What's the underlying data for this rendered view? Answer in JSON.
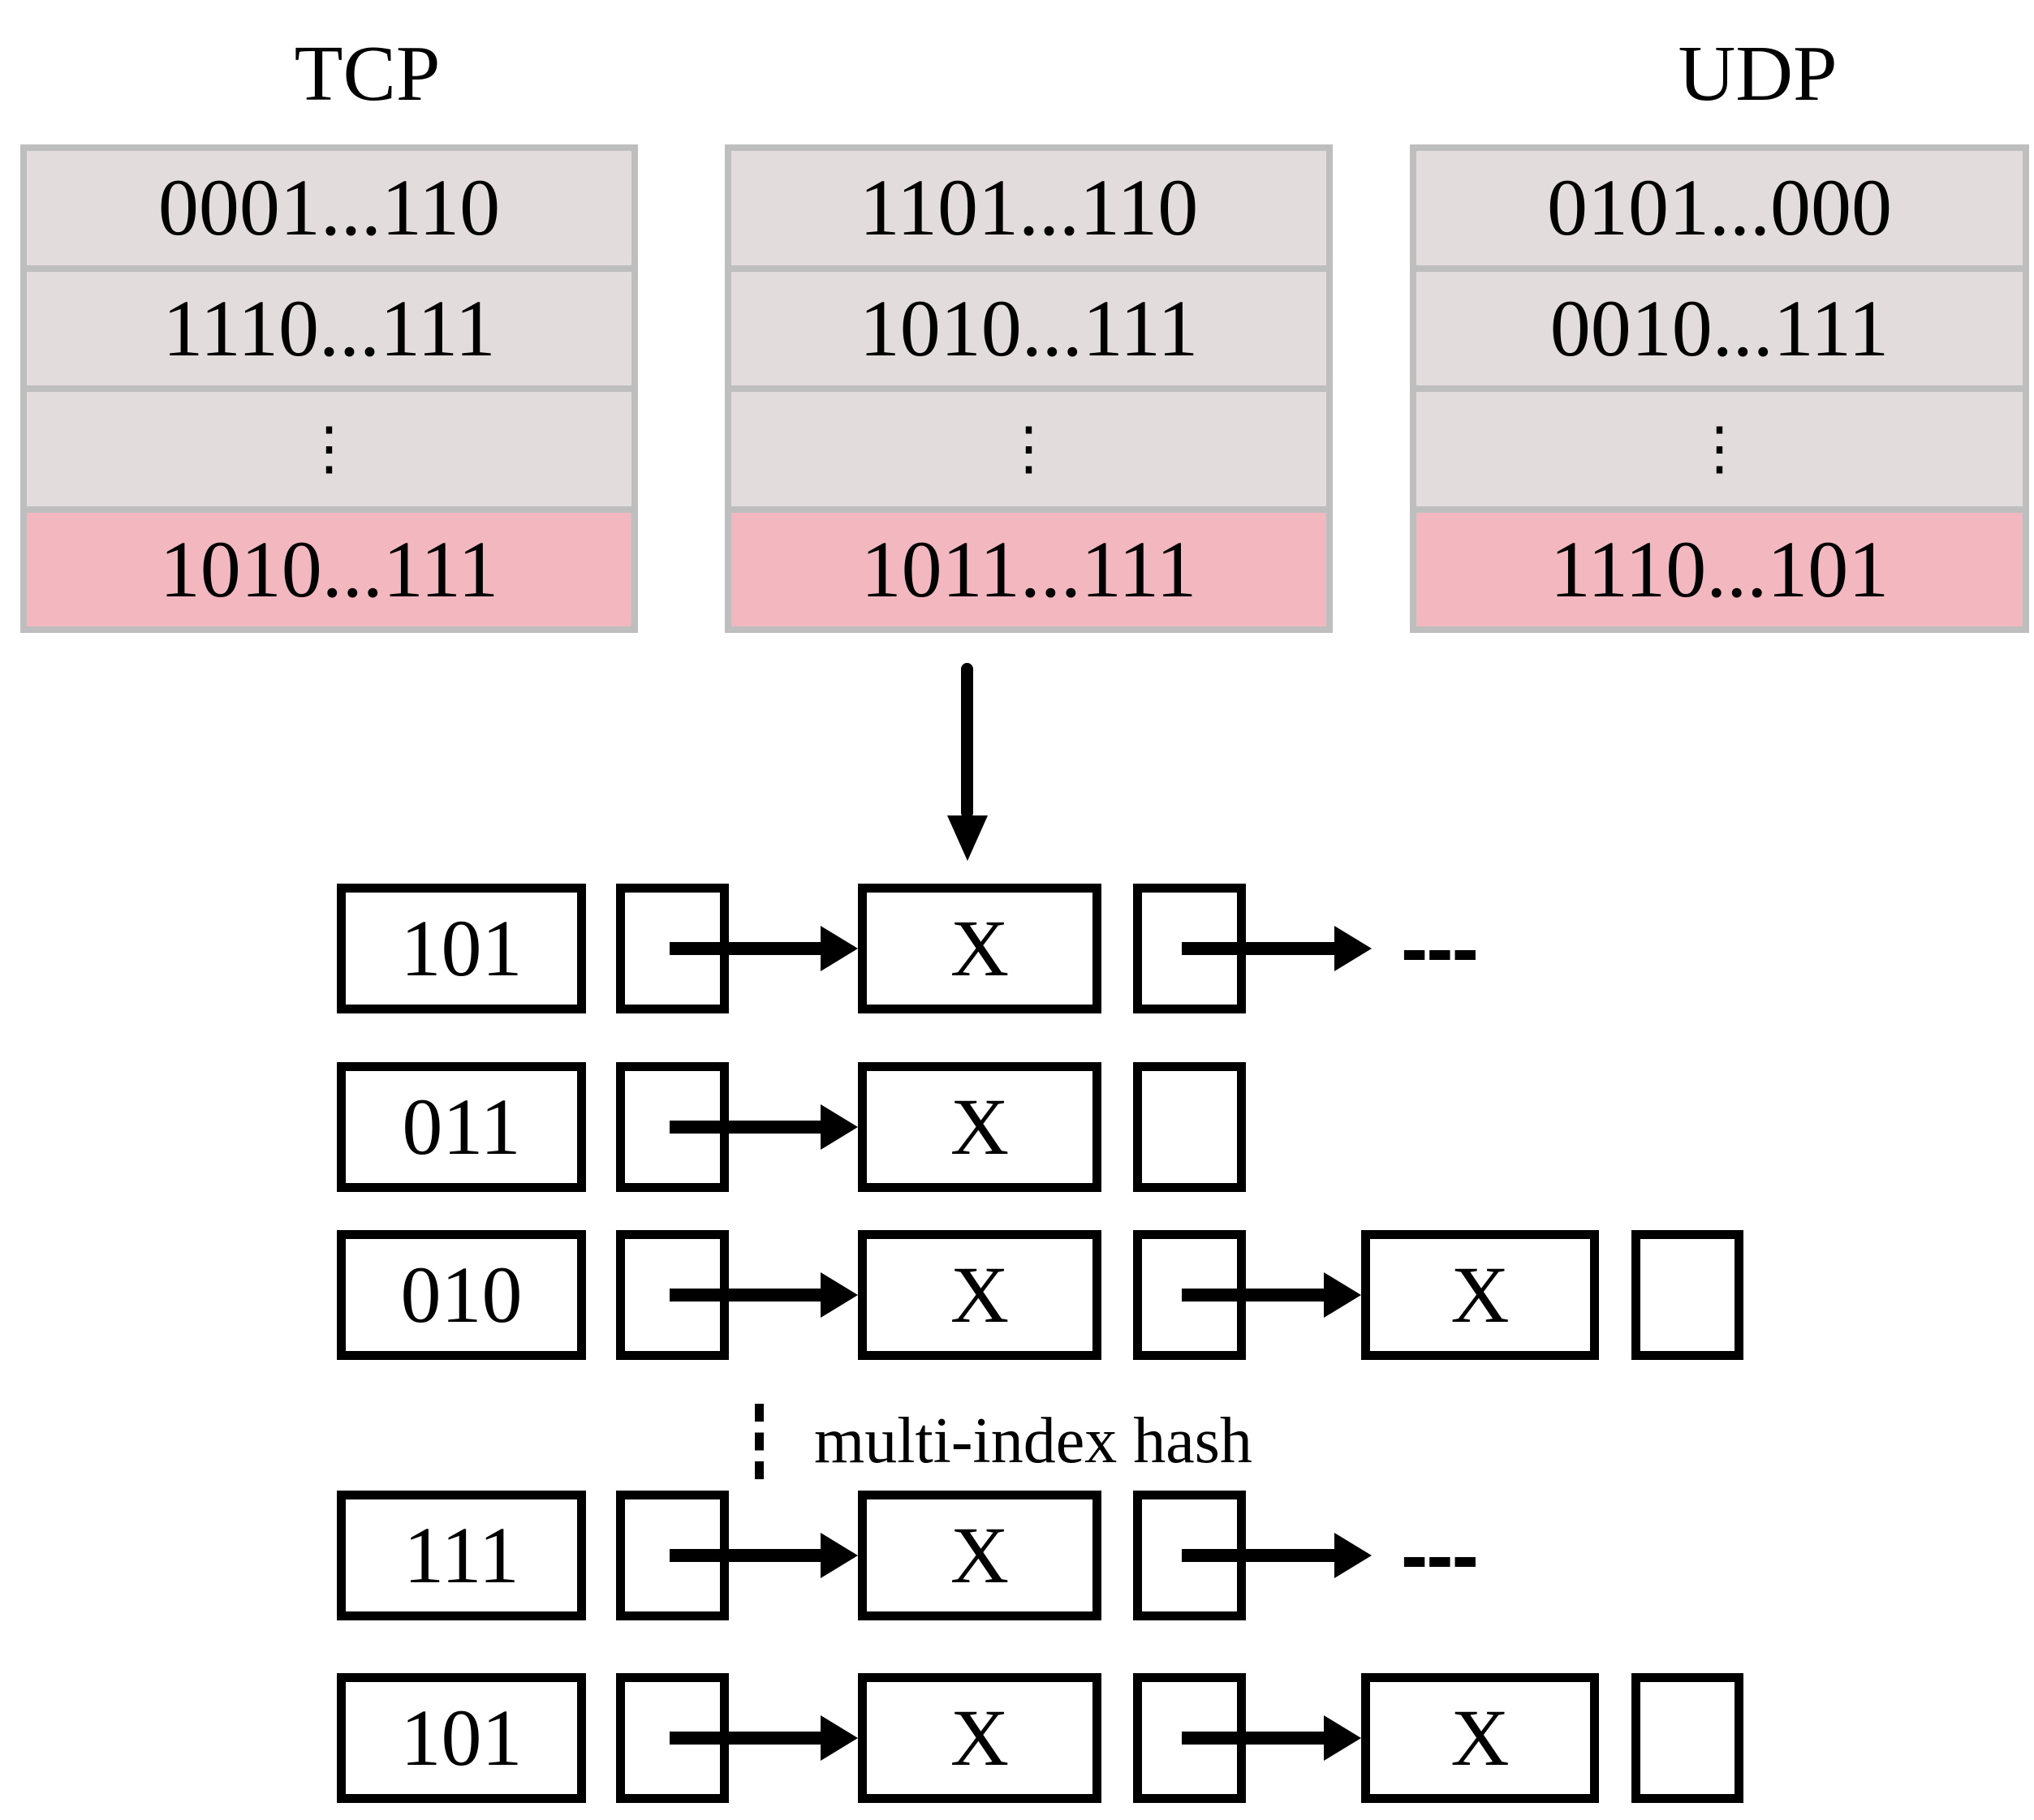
{
  "tables": [
    {
      "id": "tcp",
      "title": "TCP",
      "rows": [
        "0001...110",
        "1110...111",
        "⋮",
        "1010...111"
      ]
    },
    {
      "id": "middle",
      "rows": [
        "1101...110",
        "1010...111",
        "⋮",
        "1011...111"
      ]
    },
    {
      "id": "udp",
      "title": "UDP",
      "rows": [
        "0101...000",
        "0010...111",
        "⋮",
        "1110...101"
      ]
    }
  ],
  "hash": {
    "label": "multi-index hash",
    "rows": [
      {
        "key": "101",
        "node": "X",
        "tail": "---"
      },
      {
        "key": "011",
        "node": "X"
      },
      {
        "key": "010",
        "node": "X",
        "node2": "X"
      },
      {
        "key": "111",
        "node": "X",
        "tail": "---"
      },
      {
        "key": "101",
        "node": "X",
        "node2": "X"
      }
    ]
  },
  "colors": {
    "row_bg": "#e3dcdc",
    "highlight_bg": "#f3b7bf",
    "table_border": "#bebebe",
    "line": "#000000"
  }
}
